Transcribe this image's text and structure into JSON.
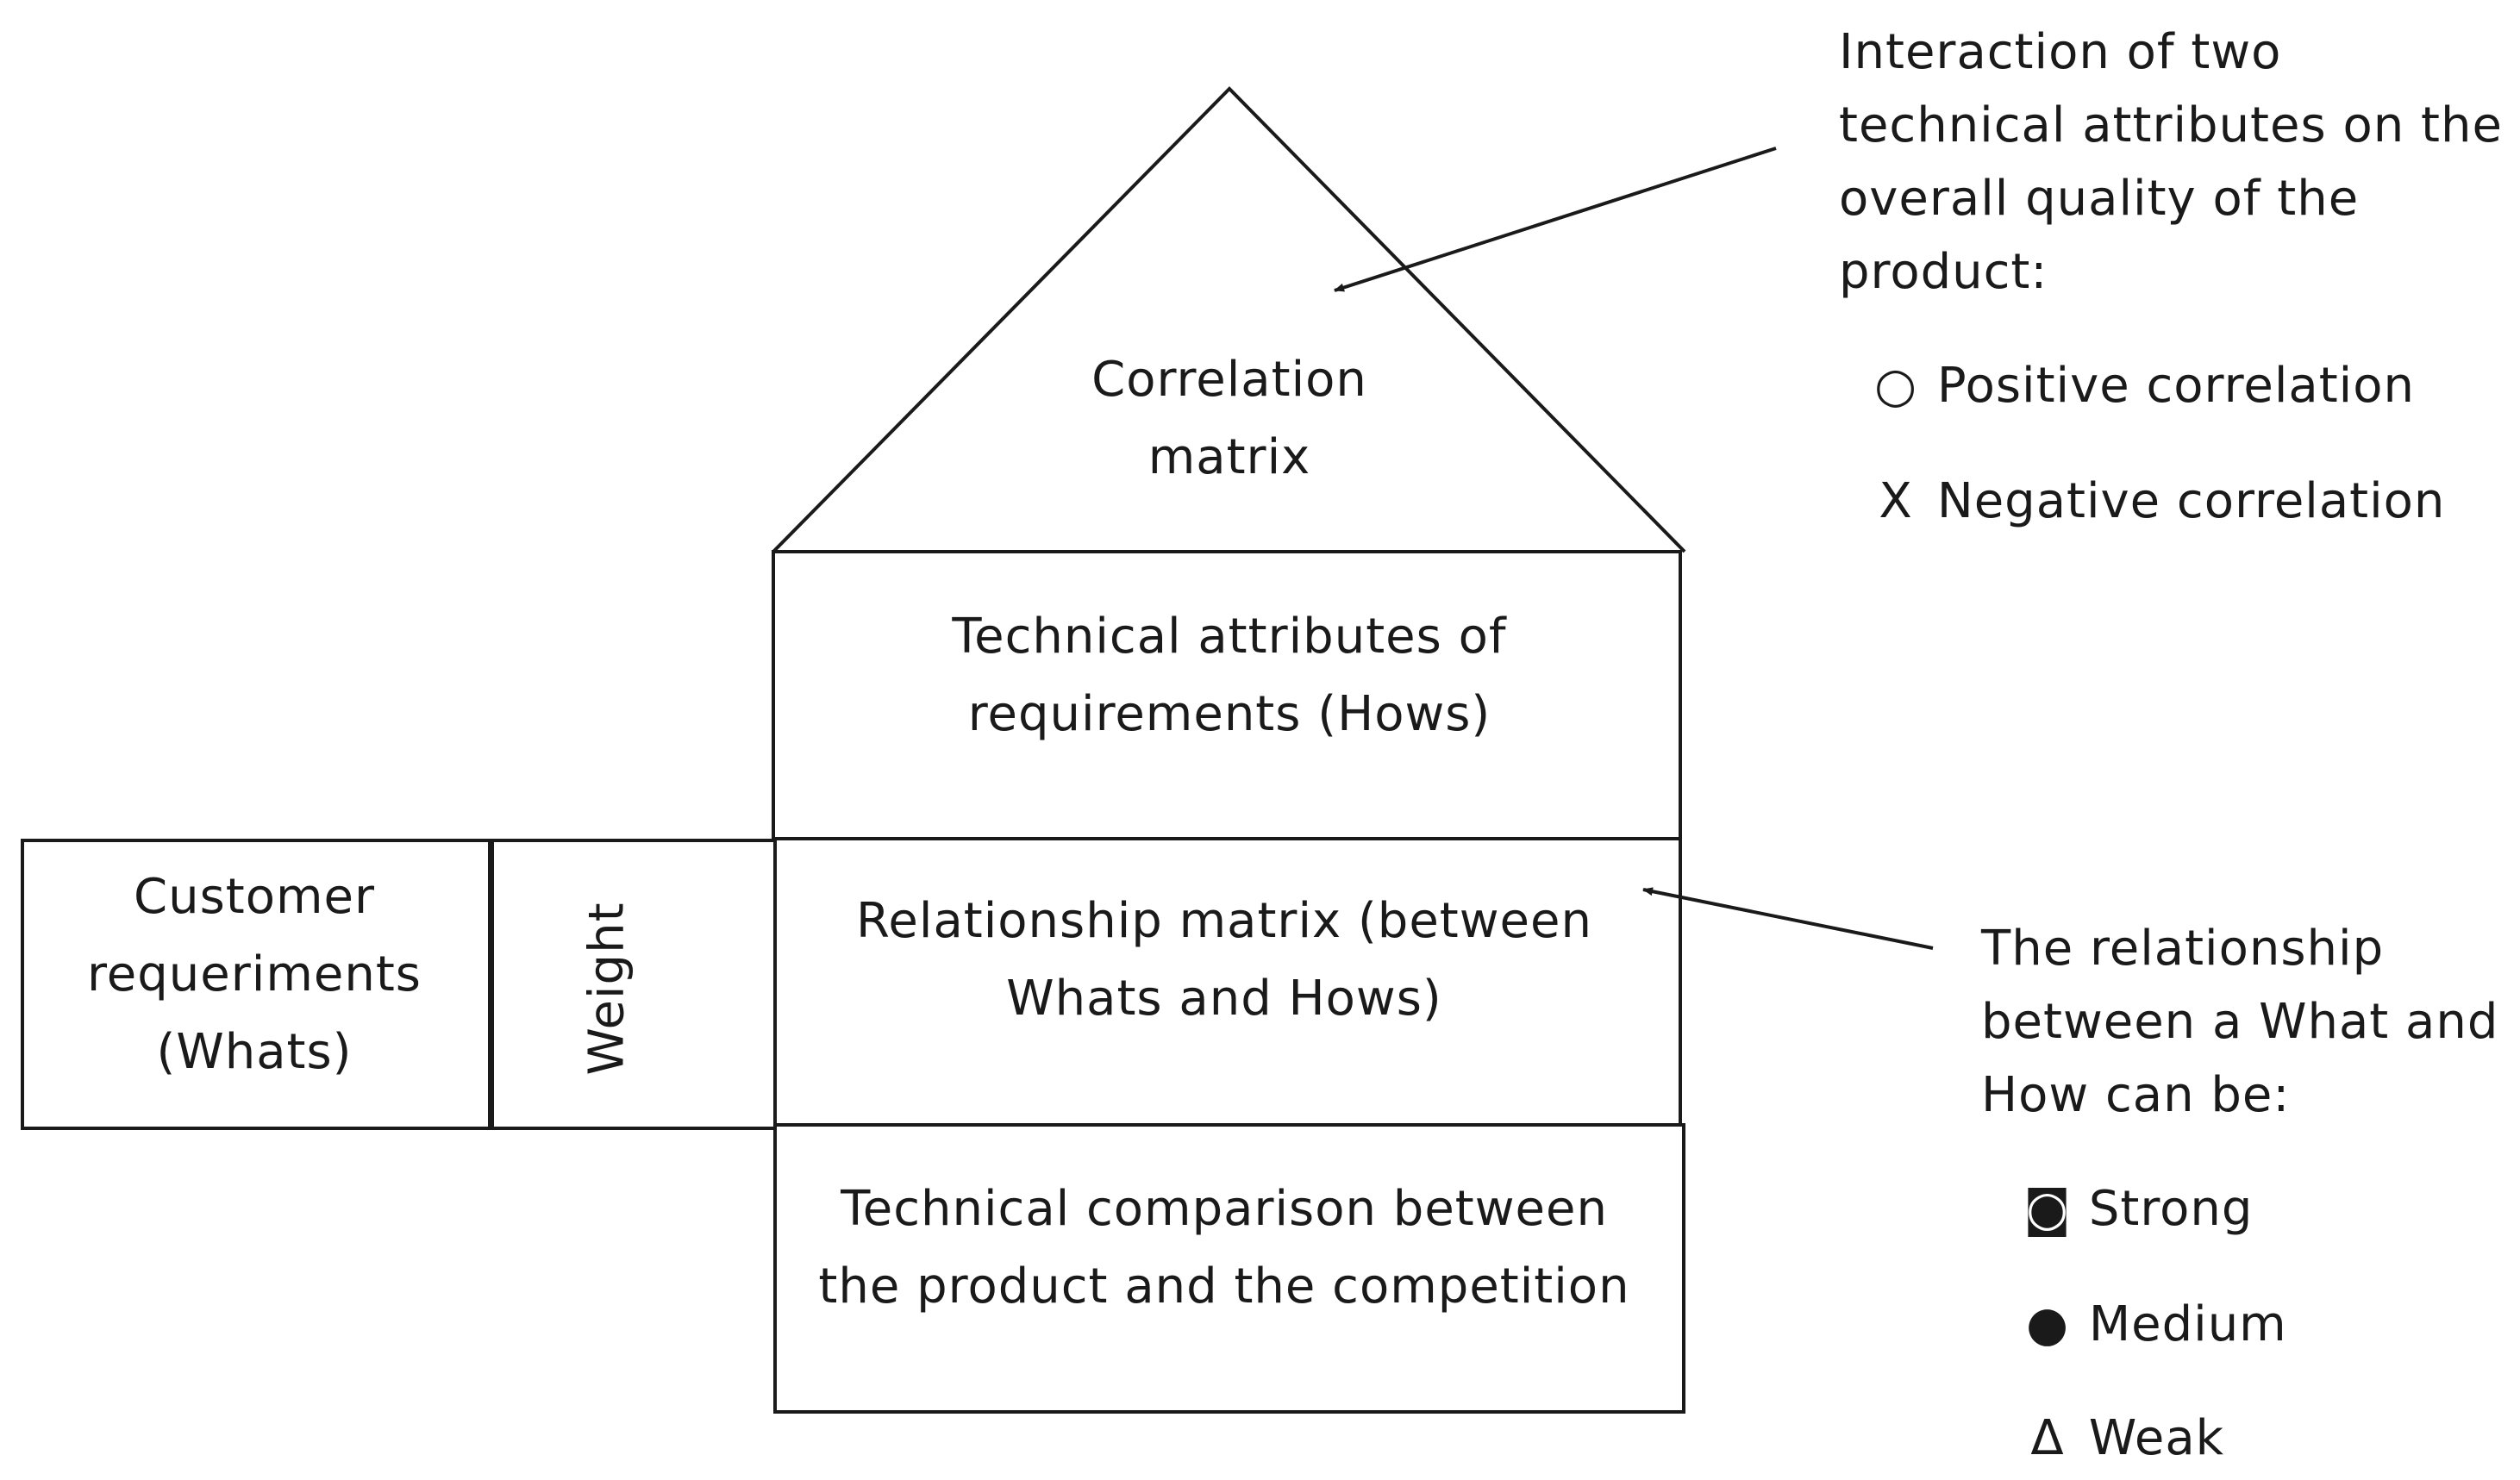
{
  "roof": {
    "label": "Correlation matrix"
  },
  "hows": {
    "label": "Technical attributes of requirements (Hows)"
  },
  "whats": {
    "label": "Customer requeriments (Whats)"
  },
  "weight": {
    "label": "Weight"
  },
  "relationship": {
    "label": "Relationship matrix (between Whats and Hows)"
  },
  "comparison": {
    "label": "Technical comparison between the product and the competition"
  },
  "correlation_note": {
    "text": "Interaction of two technical attributes on the overall quality of the product:",
    "legend": [
      {
        "symbol": "○",
        "icon": "open-circle-icon",
        "label": "Positive correlation"
      },
      {
        "symbol": "X",
        "icon": "x-mark-icon",
        "label": "Negative correlation"
      }
    ]
  },
  "relationship_note": {
    "text": "The relationship between a What and How can be:",
    "legend": [
      {
        "symbol": "◙",
        "icon": "inverse-circle-square-icon",
        "label": "Strong"
      },
      {
        "symbol": "●",
        "icon": "filled-circle-icon",
        "label": "Medium"
      },
      {
        "symbol": "Δ",
        "icon": "delta-triangle-icon",
        "label": "Weak"
      }
    ]
  }
}
